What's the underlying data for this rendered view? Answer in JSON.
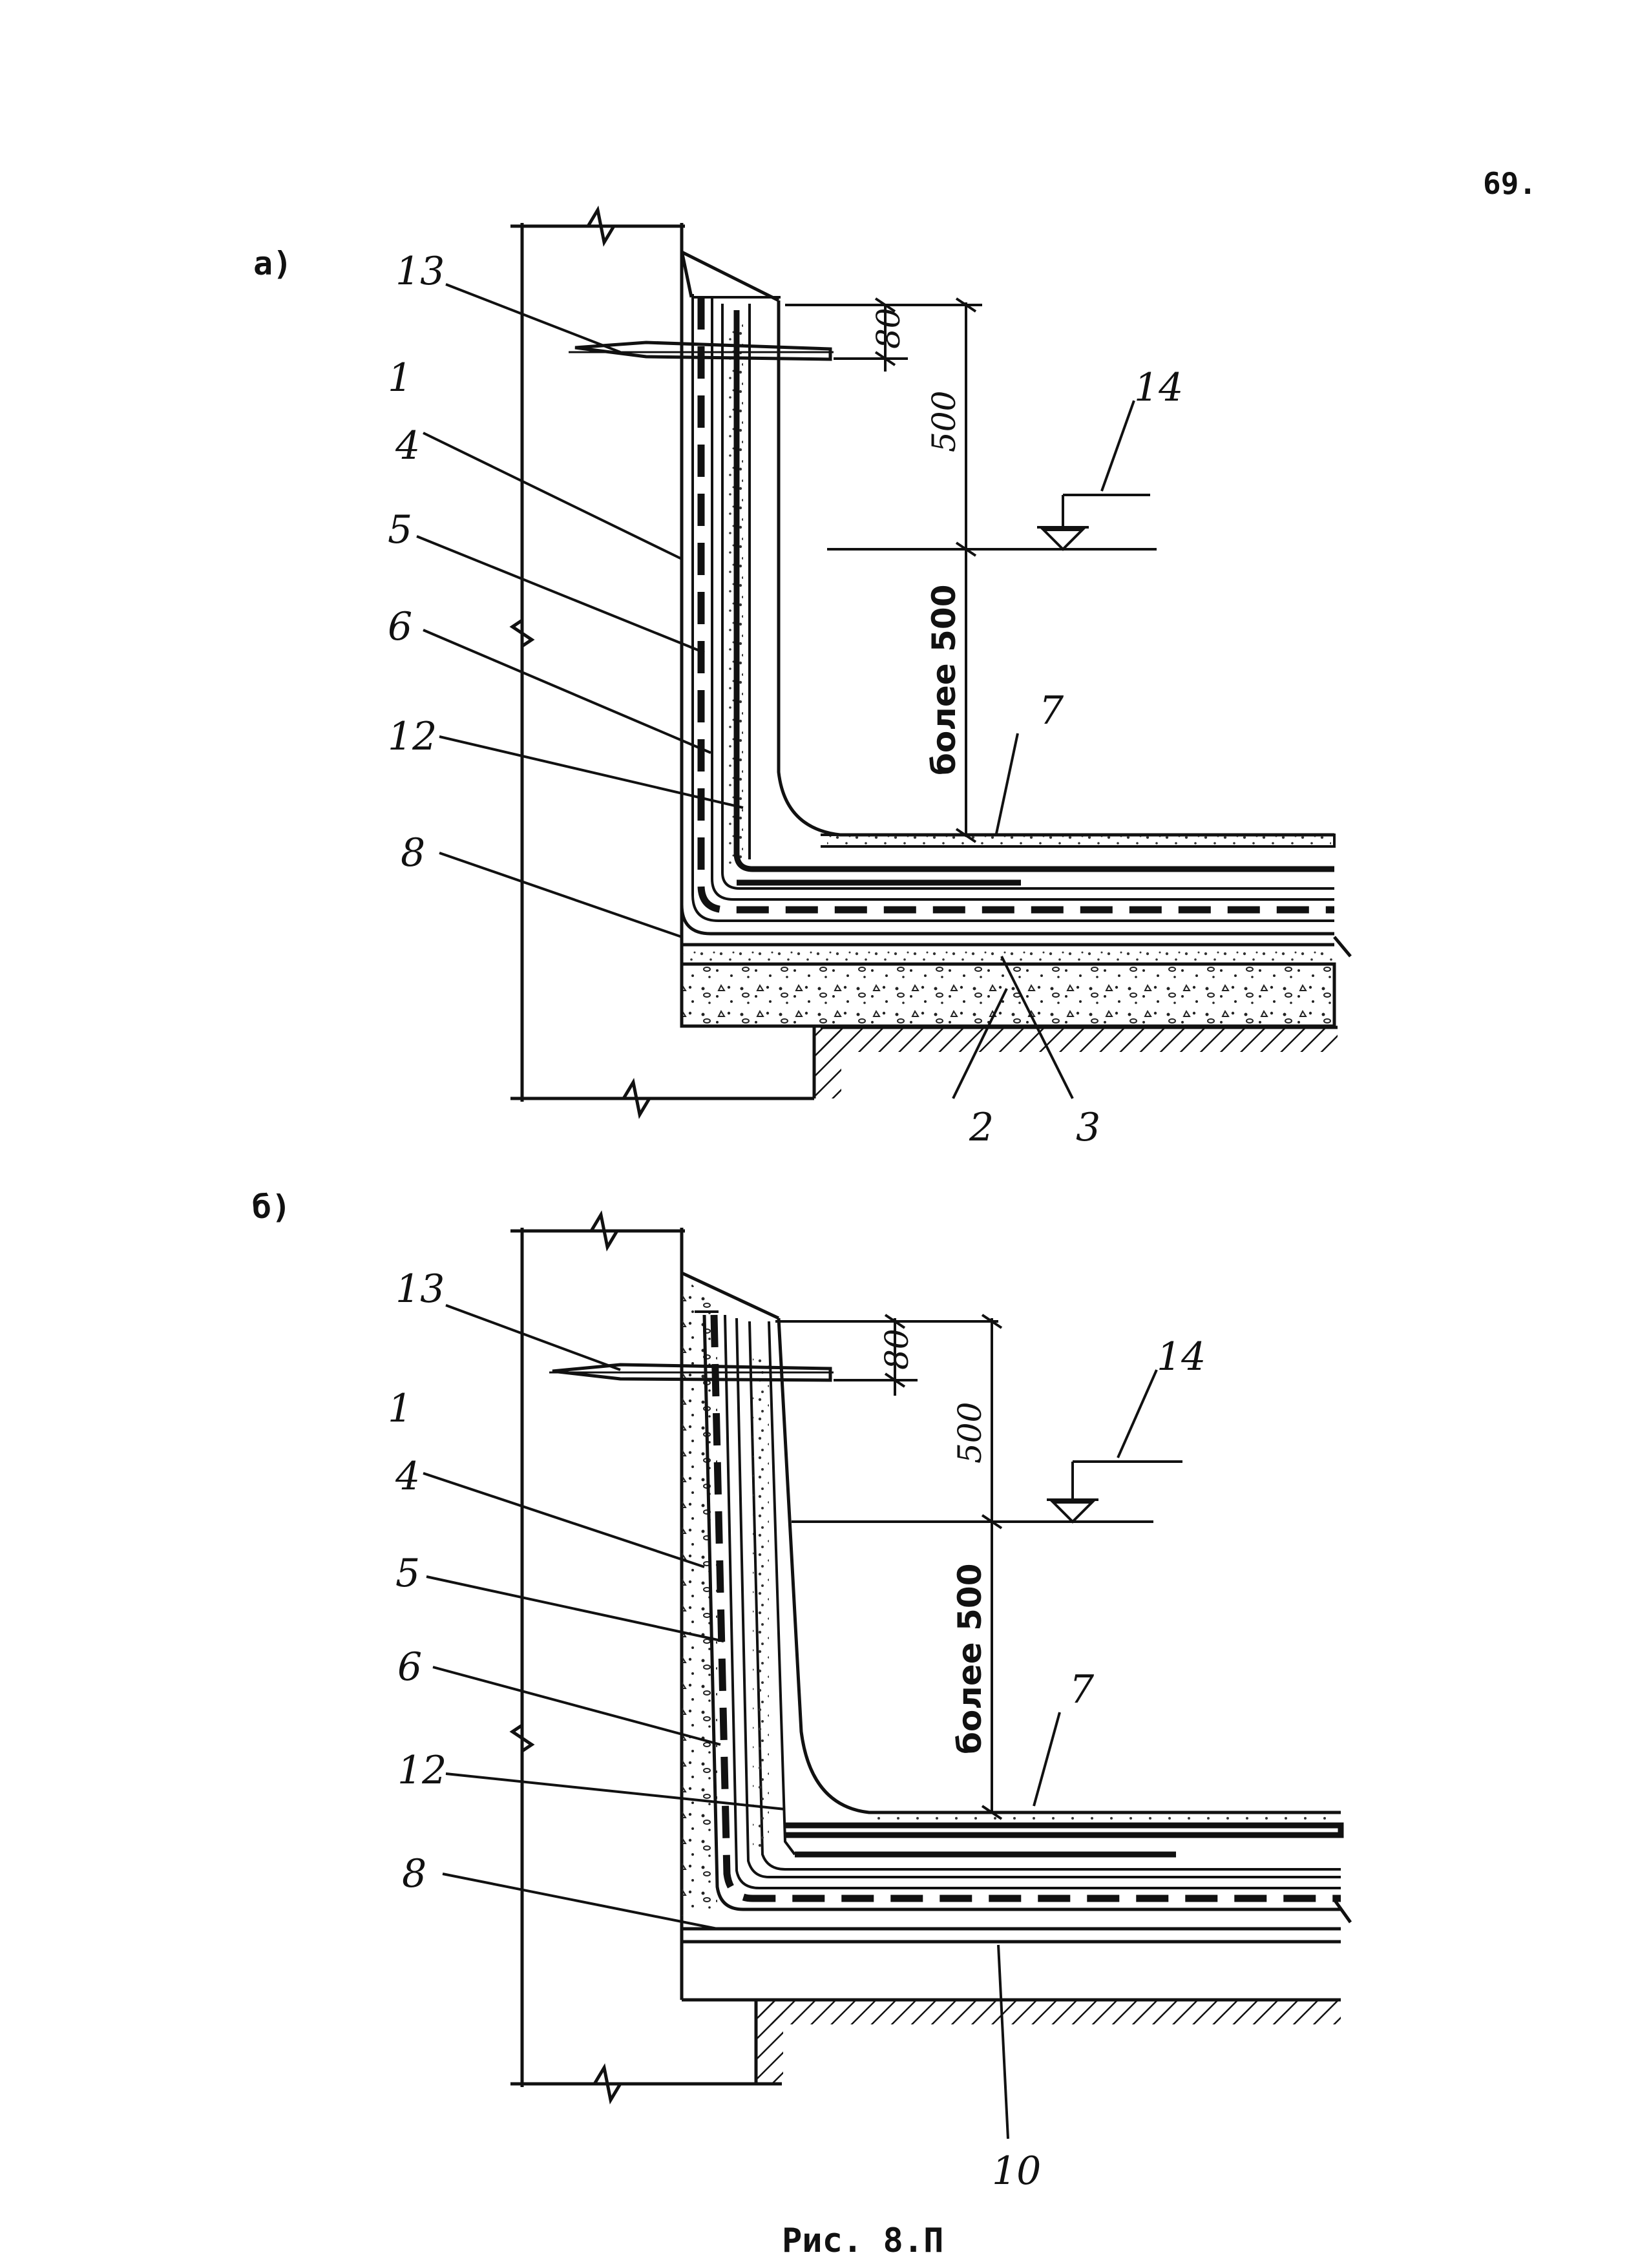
{
  "page_number": "69.",
  "caption": "Рис. 8.П",
  "panels": [
    {
      "label": "а)",
      "callouts": [
        "13",
        "1",
        "4",
        "5",
        "6",
        "12",
        "8",
        "7",
        "14",
        "2",
        "3"
      ],
      "dims": {
        "top": "80",
        "middle": "500",
        "lower": "более 500"
      }
    },
    {
      "label": "б)",
      "callouts": [
        "13",
        "1",
        "4",
        "5",
        "6",
        "12",
        "8",
        "7",
        "14",
        "10"
      ],
      "dims": {
        "top": "80",
        "middle": "500",
        "lower": "более 500"
      }
    }
  ]
}
